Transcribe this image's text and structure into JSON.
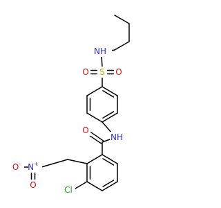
{
  "molecule": {
    "atoms": {
      "amine_n": {
        "symbol": "N",
        "suffix": "H",
        "color": "#3030c8"
      },
      "sulfur": {
        "symbol": "S",
        "color": "#b5b500"
      },
      "sulfonyl_o1": {
        "symbol": "O",
        "color": "#d01010"
      },
      "sulfonyl_o2": {
        "symbol": "O",
        "color": "#d01010"
      },
      "amide_n": {
        "symbol": "N",
        "suffix": "H",
        "color": "#3030c8"
      },
      "amide_o": {
        "symbol": "O",
        "color": "#d01010"
      },
      "nitro_n": {
        "symbol": "N",
        "charge": "+",
        "color": "#3030c8"
      },
      "nitro_o1": {
        "symbol": "O",
        "charge": "-",
        "color": "#d01010"
      },
      "nitro_o2": {
        "symbol": "O",
        "color": "#d01010"
      },
      "chlorine": {
        "symbol": "Cl",
        "color": "#1fa01f"
      }
    }
  }
}
